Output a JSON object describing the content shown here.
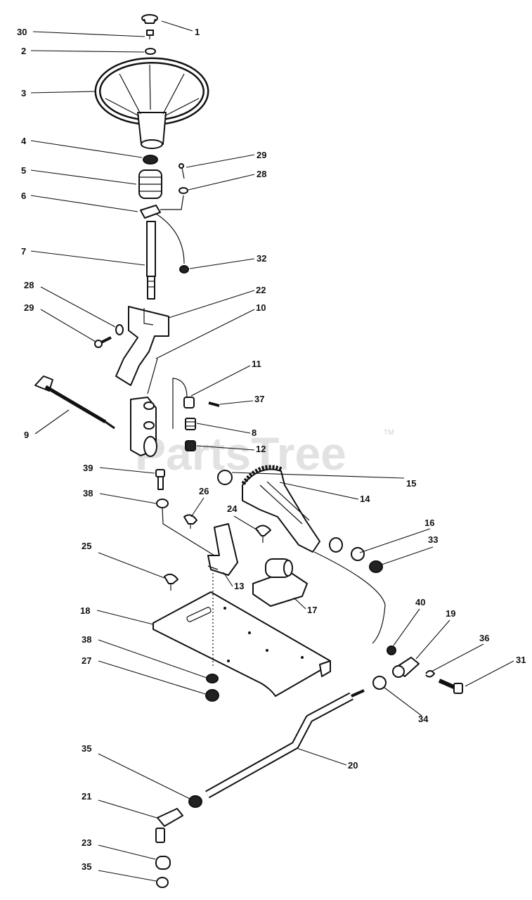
{
  "watermark": {
    "text": "PartsTree",
    "tm": "TM"
  },
  "callouts": [
    {
      "id": "c30",
      "label": "30"
    },
    {
      "id": "c1",
      "label": "1"
    },
    {
      "id": "c2",
      "label": "2"
    },
    {
      "id": "c3",
      "label": "3"
    },
    {
      "id": "c4",
      "label": "4"
    },
    {
      "id": "c29a",
      "label": "29"
    },
    {
      "id": "c5",
      "label": "5"
    },
    {
      "id": "c28a",
      "label": "28"
    },
    {
      "id": "c6",
      "label": "6"
    },
    {
      "id": "c7",
      "label": "7"
    },
    {
      "id": "c32",
      "label": "32"
    },
    {
      "id": "c28b",
      "label": "28"
    },
    {
      "id": "c22",
      "label": "22"
    },
    {
      "id": "c29b",
      "label": "29"
    },
    {
      "id": "c10",
      "label": "10"
    },
    {
      "id": "c11",
      "label": "11"
    },
    {
      "id": "c37",
      "label": "37"
    },
    {
      "id": "c9",
      "label": "9"
    },
    {
      "id": "c8",
      "label": "8"
    },
    {
      "id": "c12",
      "label": "12"
    },
    {
      "id": "c15",
      "label": "15"
    },
    {
      "id": "c39",
      "label": "39"
    },
    {
      "id": "c14",
      "label": "14"
    },
    {
      "id": "c38a",
      "label": "38"
    },
    {
      "id": "c26",
      "label": "26"
    },
    {
      "id": "c24",
      "label": "24"
    },
    {
      "id": "c16",
      "label": "16"
    },
    {
      "id": "c33",
      "label": "33"
    },
    {
      "id": "c25",
      "label": "25"
    },
    {
      "id": "c13",
      "label": "13"
    },
    {
      "id": "c17",
      "label": "17"
    },
    {
      "id": "c18",
      "label": "18"
    },
    {
      "id": "c40",
      "label": "40"
    },
    {
      "id": "c19",
      "label": "19"
    },
    {
      "id": "c36",
      "label": "36"
    },
    {
      "id": "c31",
      "label": "31"
    },
    {
      "id": "c38b",
      "label": "38"
    },
    {
      "id": "c27",
      "label": "27"
    },
    {
      "id": "c34",
      "label": "34"
    },
    {
      "id": "c20",
      "label": "20"
    },
    {
      "id": "c35a",
      "label": "35"
    },
    {
      "id": "c21",
      "label": "21"
    },
    {
      "id": "c23",
      "label": "23"
    },
    {
      "id": "c35b",
      "label": "35"
    }
  ]
}
